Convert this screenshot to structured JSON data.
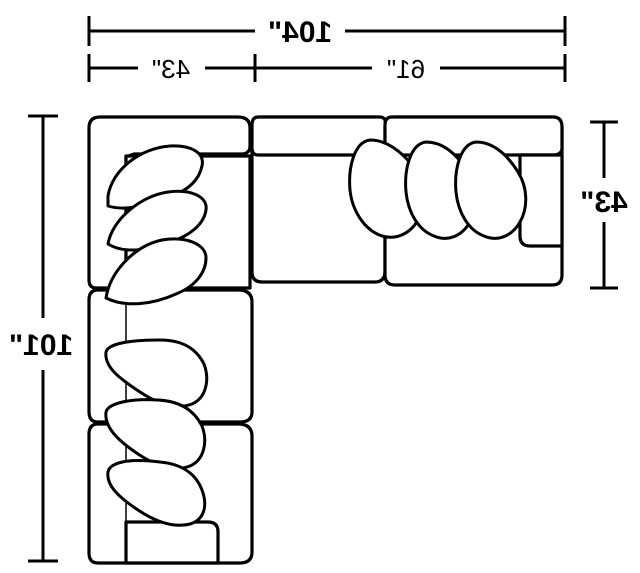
{
  "dimensions": {
    "overall_width": "104\"",
    "left_section_width": "43\"",
    "right_section_width": "61\"",
    "right_depth": "43\"",
    "overall_depth": "101\""
  },
  "colors": {
    "line": "#000000",
    "background": "#ffffff"
  }
}
